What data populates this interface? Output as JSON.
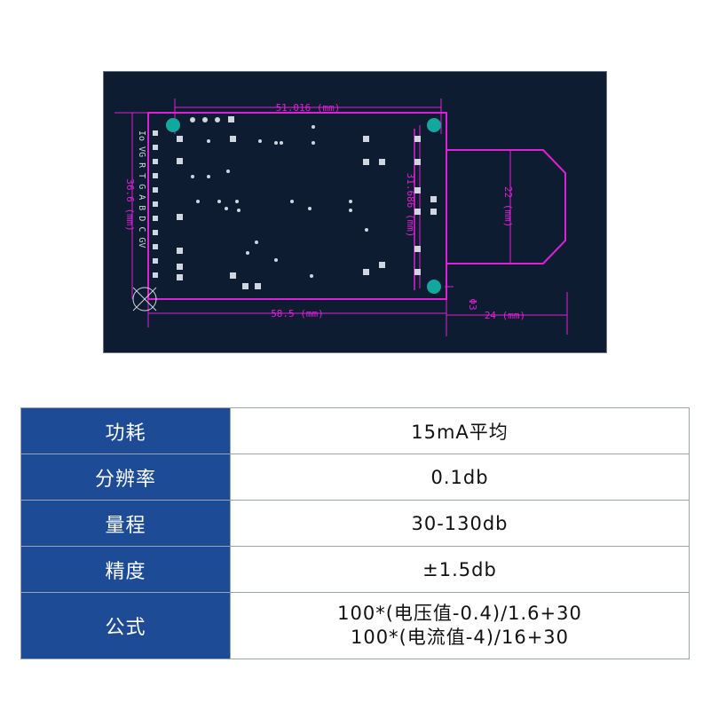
{
  "drawing": {
    "dims": {
      "top_width": "51.016 (mm)",
      "left_height": "36.6 (mm)",
      "inner_height": "31.686 (mm)",
      "bottom_width": "58.5 (mm)",
      "probe_height": "22 (mm)",
      "probe_width": "24 (mm)",
      "hole": "Φ3"
    },
    "pin_labels": "Io VG R T G A B D C GV",
    "colors": {
      "board_bg": "#0e1c31",
      "dimension_line": "#e020d8",
      "mount_hole": "#13a89e",
      "pad": "#cfd6e0"
    }
  },
  "specs": [
    {
      "label": "功耗",
      "values": [
        "15mA平均"
      ]
    },
    {
      "label": "分辨率",
      "values": [
        "0.1db"
      ]
    },
    {
      "label": "量程",
      "values": [
        "30-130db"
      ]
    },
    {
      "label": "精度",
      "values": [
        "±1.5db"
      ]
    },
    {
      "label": "公式",
      "values": [
        "100*(电压值-0.4)/1.6+30",
        "100*(电流值-4)/16+30"
      ]
    }
  ],
  "table_colors": {
    "label_bg": "#1d4b96",
    "label_text": "#ffffff",
    "border": "#9aa3b0"
  }
}
